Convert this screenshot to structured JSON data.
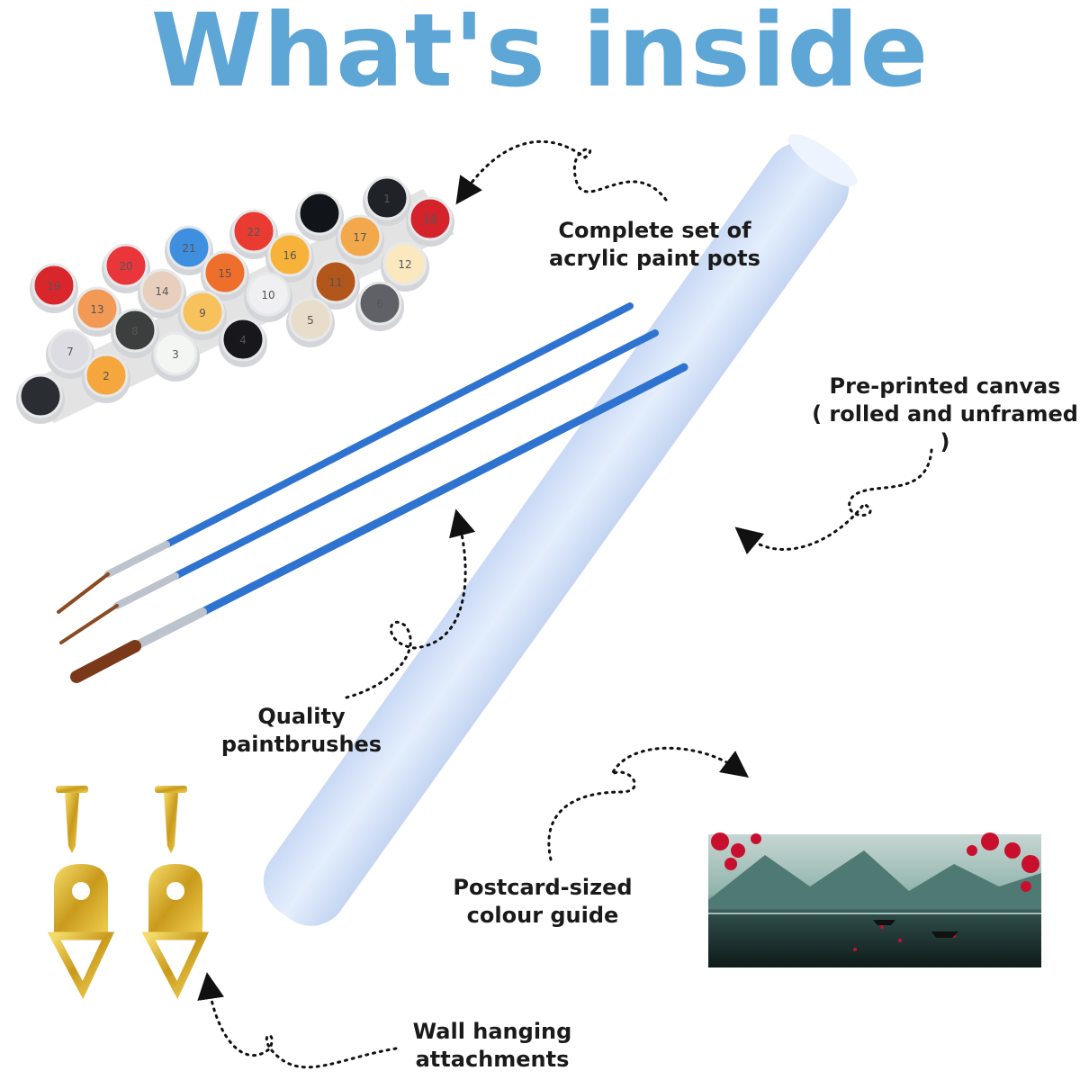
{
  "title": "What's inside",
  "labels": {
    "paint_pots": [
      "Complete set of",
      "acrylic paint pots"
    ],
    "canvas": [
      "Pre-printed canvas",
      "( rolled and unframed )"
    ],
    "brushes": [
      "Quality",
      "paintbrushes"
    ],
    "colour_guide": [
      "Postcard-sized",
      "colour guide"
    ],
    "hanging": [
      "Wall hanging",
      "attachments"
    ]
  },
  "pots": [
    {
      "n": "19",
      "c": "#d9262a"
    },
    {
      "n": "20",
      "c": "#e8363a"
    },
    {
      "n": "21",
      "c": "#3f8fe0"
    },
    {
      "n": "22",
      "c": "#ea3b33"
    },
    {
      "n": "",
      "c": "#111418"
    },
    {
      "n": "1",
      "c": "#1f2328"
    },
    {
      "n": "18",
      "c": "#d4232b"
    },
    {
      "n": "13",
      "c": "#f29a55"
    },
    {
      "n": "14",
      "c": "#e8cfbd"
    },
    {
      "n": "15",
      "c": "#ee6e2b"
    },
    {
      "n": "16",
      "c": "#f7b23a"
    },
    {
      "n": "17",
      "c": "#f3a94b"
    },
    {
      "n": "12",
      "c": "#fbe8bf"
    },
    {
      "n": "8",
      "c": "#3b3f3e"
    },
    {
      "n": "9",
      "c": "#f7c25c"
    },
    {
      "n": "10",
      "c": "#f0f0f2"
    },
    {
      "n": "11",
      "c": "#b2561c"
    },
    {
      "n": "6",
      "c": "#5f6166"
    },
    {
      "n": "7",
      "c": "#dcdce2"
    },
    {
      "n": "3",
      "c": "#f4f6f4"
    },
    {
      "n": "4",
      "c": "#17171c"
    },
    {
      "n": "5",
      "c": "#e8dccb"
    },
    {
      "n": "2",
      "c": "#f5a63c"
    },
    {
      "n": "",
      "c": "#2a2e33"
    }
  ],
  "colors": {
    "title": "#5ea6d6",
    "brush": "#2f73d0",
    "canvas": "#dce8fb"
  }
}
